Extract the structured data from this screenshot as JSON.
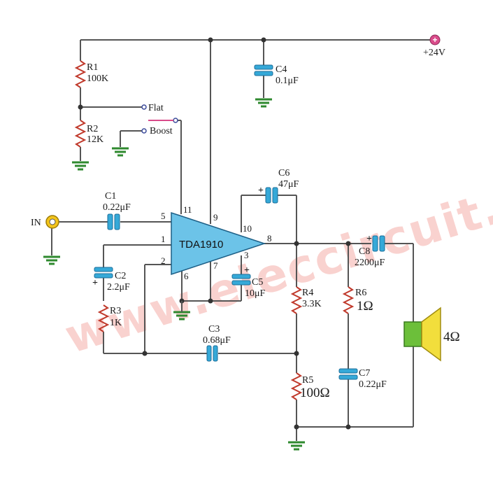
{
  "watermark": "www.eleccircuit.com",
  "supply": {
    "label": "+24V",
    "symbol": "+"
  },
  "ic": {
    "name": "TDA1910",
    "pins": {
      "p1": "1",
      "p2": "2",
      "p3": "3",
      "p5": "5",
      "p6": "6",
      "p7": "7",
      "p8": "8",
      "p9": "9",
      "p10": "10",
      "p11": "11"
    }
  },
  "input": {
    "label": "IN"
  },
  "switch": {
    "flat": "Flat",
    "boost": "Boost"
  },
  "resistors": [
    {
      "name": "R1",
      "value": "100K"
    },
    {
      "name": "R2",
      "value": "12K"
    },
    {
      "name": "R3",
      "value": "1K"
    },
    {
      "name": "R4",
      "value": "3.3K"
    },
    {
      "name": "R5",
      "value": "100Ω"
    },
    {
      "name": "R6",
      "value": "1Ω"
    }
  ],
  "capacitors": [
    {
      "name": "C1",
      "value": "0.22μF"
    },
    {
      "name": "C2",
      "value": "2.2μF"
    },
    {
      "name": "C3",
      "value": "0.68μF"
    },
    {
      "name": "C4",
      "value": "0.1μF"
    },
    {
      "name": "C5",
      "value": "10μF"
    },
    {
      "name": "C6",
      "value": "47μF"
    },
    {
      "name": "C7",
      "value": "0.22μF"
    },
    {
      "name": "C8",
      "value": "2200μF"
    }
  ],
  "polarity_mark": "+",
  "speaker": {
    "label": "4Ω"
  },
  "colors": {
    "wire": "#555555",
    "resistor": "#c0392b",
    "capacitor": "#35a9d8",
    "ground": "#2f8a2f",
    "chip": "#6cc3e8",
    "speaker_cone": "#f2de3c",
    "speaker_magnet": "#6cbf3a",
    "jack": "#f3c41a",
    "supply_dot": "#d94b8a"
  }
}
